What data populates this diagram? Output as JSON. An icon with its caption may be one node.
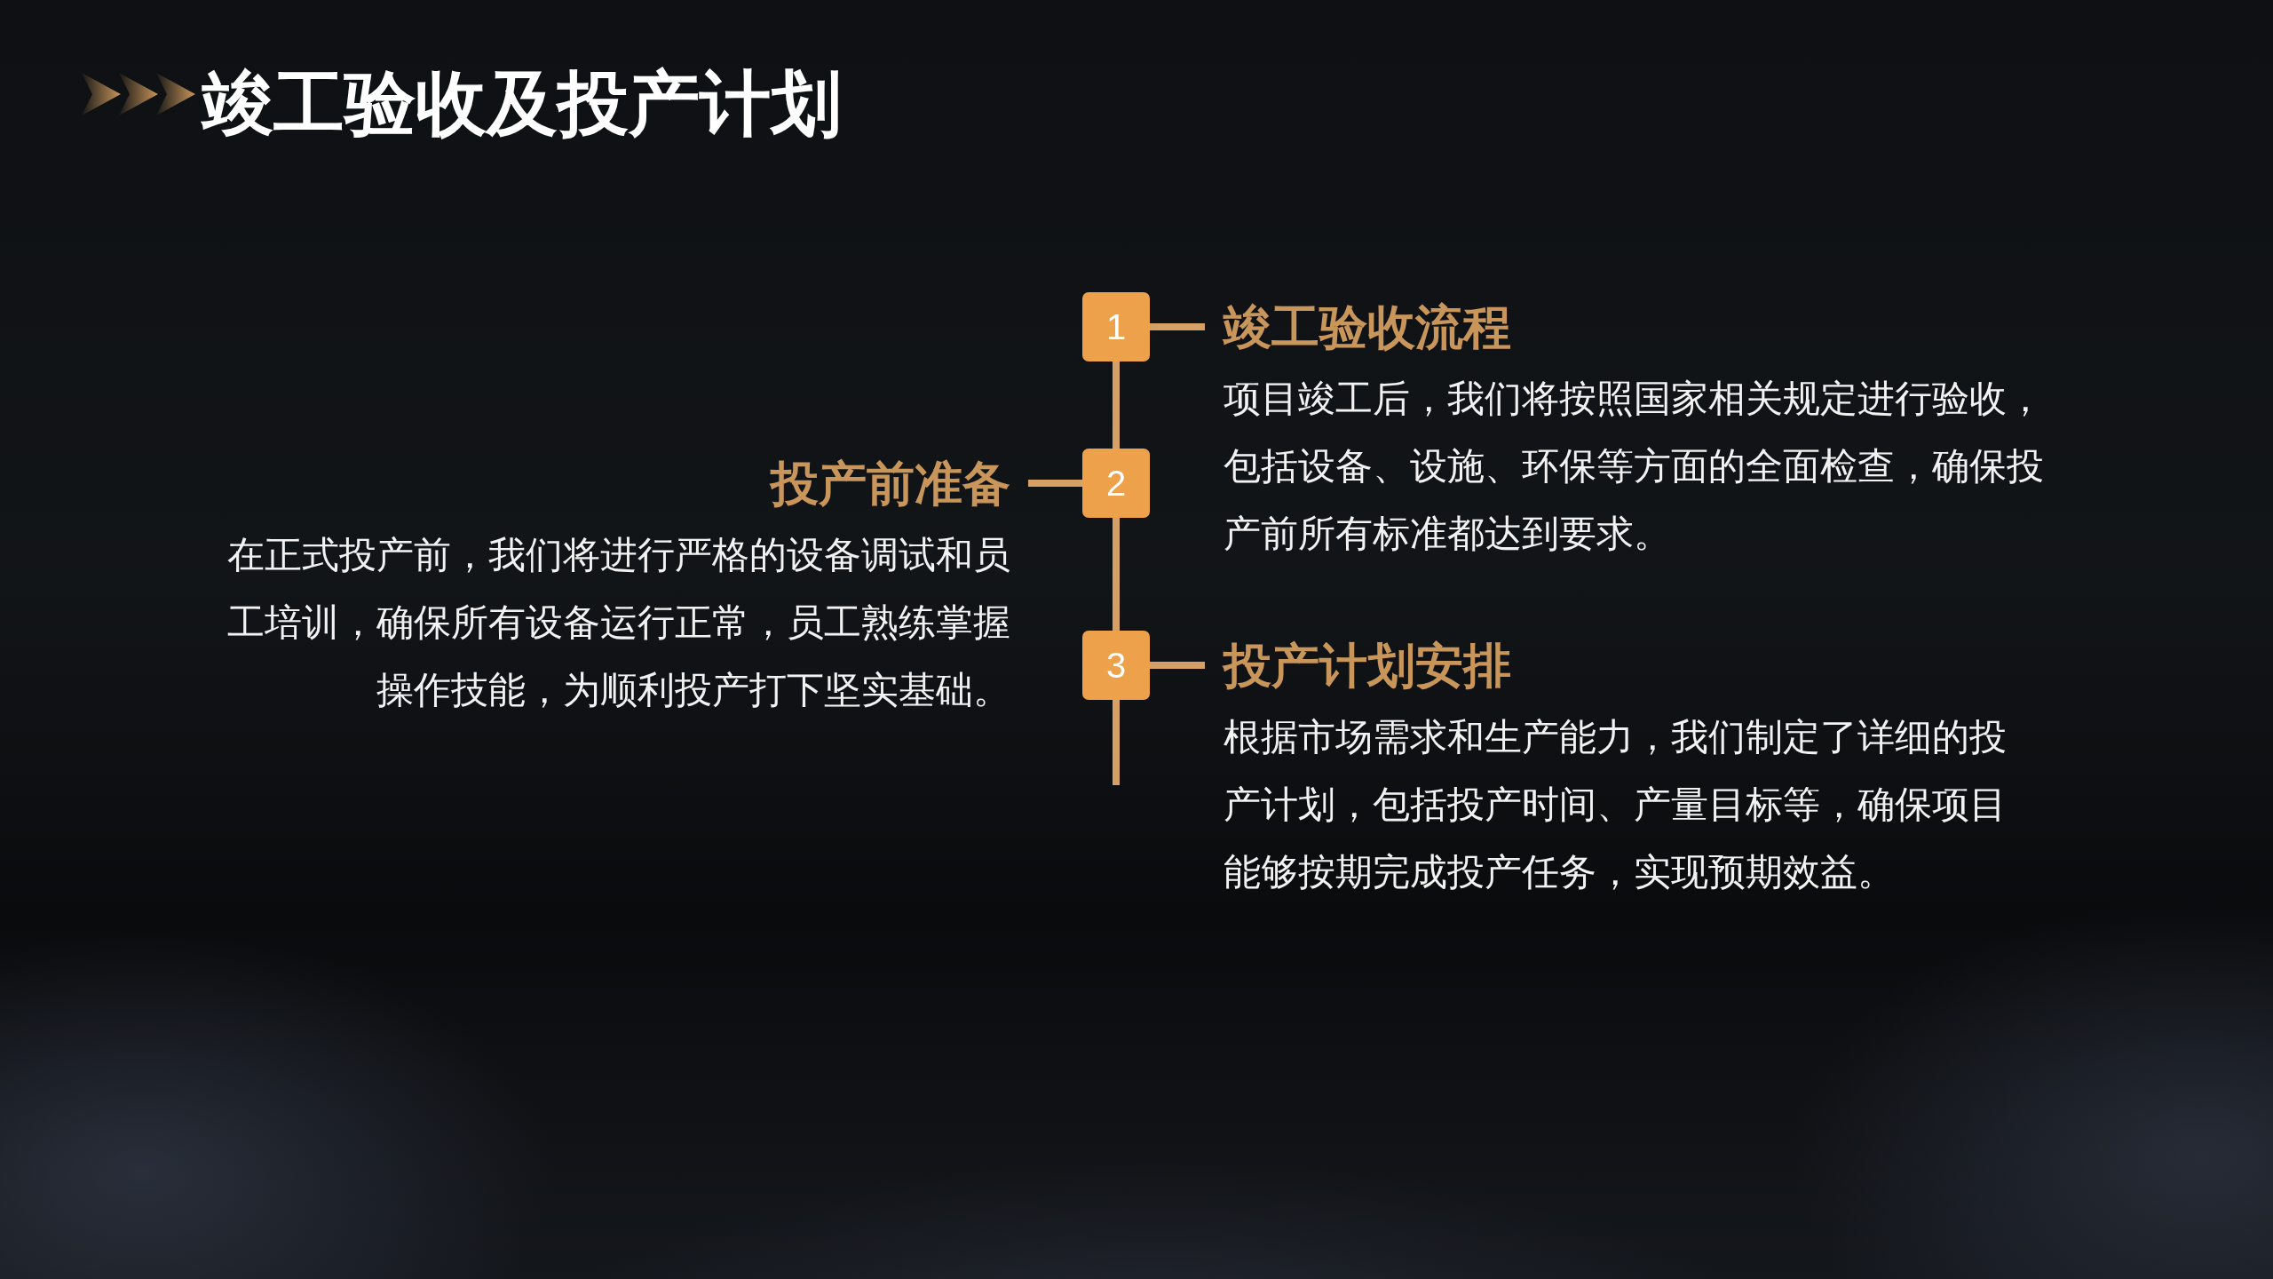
{
  "diagram": {
    "title": "竣工验收及投产计划",
    "nodes": [
      {
        "text": [
          "1"
        ]
      },
      {
        "text": [
          "竣工验收流程",
          "项目竣工后，我们将按照国家相关规定进行验收，包括设备、设施、环保等方面的全面检查，确保投产前所有标准都达到要求。"
        ]
      },
      {
        "text": [
          "2"
        ]
      },
      {
        "text": [
          "投产前准备",
          "在正式投产前，我们将进行严格的设备调试和员工培训，确保所有设备运行正常，员工熟练掌握操作技能，为顺利投产打下坚实基础。"
        ]
      },
      {
        "text": [
          "3"
        ]
      },
      {
        "text": [
          "投产计划安排",
          "根据市场需求和生产能力，我们制定了详细的投产计划，包括投产时间、产量目标等，确保项目能够按期完成投产任务，实现预期效益。"
        ]
      }
    ],
    "edges": [
      {
        "from": 0,
        "to": 1,
        "arrow": "none"
      },
      {
        "from": 0,
        "to": 2,
        "arrow": "none"
      },
      {
        "from": 2,
        "to": 3,
        "arrow": "none"
      },
      {
        "from": 2,
        "to": 4,
        "arrow": "none"
      },
      {
        "from": 4,
        "to": 5,
        "arrow": "none"
      },
      {
        "from": 4,
        "to": null,
        "arrow": "none"
      }
    ]
  }
}
